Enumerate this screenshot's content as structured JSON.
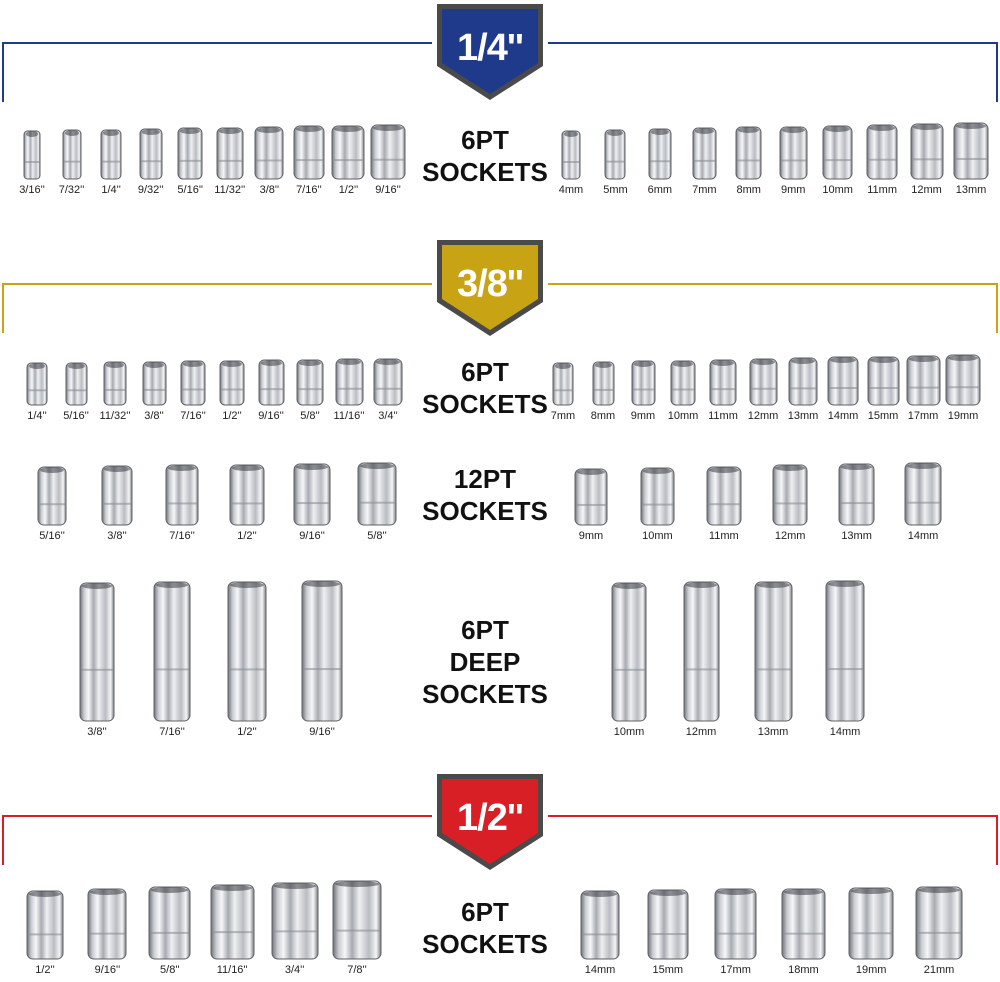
{
  "colors": {
    "quarter": "#1f3a8a",
    "threeeighth": "#c8a415",
    "half": "#d81f26",
    "frame_grey": "#4a4a4a",
    "chrome_dark": "#8d9096",
    "chrome_light": "#f4f5f7"
  },
  "sections": {
    "quarter": {
      "badge": "1/4''",
      "groups": [
        {
          "type_line1": "6PT",
          "type_line2": "SOCKETS",
          "left": [
            "3/16''",
            "7/32''",
            "1/4''",
            "9/32''",
            "5/16''",
            "11/32''",
            "3/8''",
            "7/16''",
            "1/2''",
            "9/16''"
          ],
          "right": [
            "4mm",
            "5mm",
            "6mm",
            "7mm",
            "8mm",
            "9mm",
            "10mm",
            "11mm",
            "12mm",
            "13mm"
          ]
        }
      ]
    },
    "threeeighth": {
      "badge": "3/8''",
      "groups": [
        {
          "type_line1": "6PT",
          "type_line2": "SOCKETS",
          "left": [
            "1/4''",
            "5/16''",
            "11/32''",
            "3/8''",
            "7/16''",
            "1/2''",
            "9/16''",
            "5/8''",
            "11/16''",
            "3/4''"
          ],
          "right": [
            "7mm",
            "8mm",
            "9mm",
            "10mm",
            "11mm",
            "12mm",
            "13mm",
            "14mm",
            "15mm",
            "17mm",
            "19mm"
          ]
        },
        {
          "type_line1": "12PT",
          "type_line2": "SOCKETS",
          "left": [
            "5/16''",
            "3/8''",
            "7/16''",
            "1/2''",
            "9/16''",
            "5/8''"
          ],
          "right": [
            "9mm",
            "10mm",
            "11mm",
            "12mm",
            "13mm",
            "14mm"
          ]
        },
        {
          "type_line1": "6PT",
          "type_line2": "DEEP SOCKETS",
          "left": [
            "3/8''",
            "7/16''",
            "1/2''",
            "9/16''"
          ],
          "right": [
            "10mm",
            "12mm",
            "13mm",
            "14mm"
          ]
        }
      ]
    },
    "half": {
      "badge": "1/2''",
      "groups": [
        {
          "type_line1": "6PT",
          "type_line2": "SOCKETS",
          "left": [
            "1/2''",
            "9/16''",
            "5/8''",
            "11/16''",
            "3/4''",
            "7/8''"
          ],
          "right": [
            "14mm",
            "15mm",
            "17mm",
            "18mm",
            "19mm",
            "21mm"
          ]
        }
      ]
    }
  }
}
